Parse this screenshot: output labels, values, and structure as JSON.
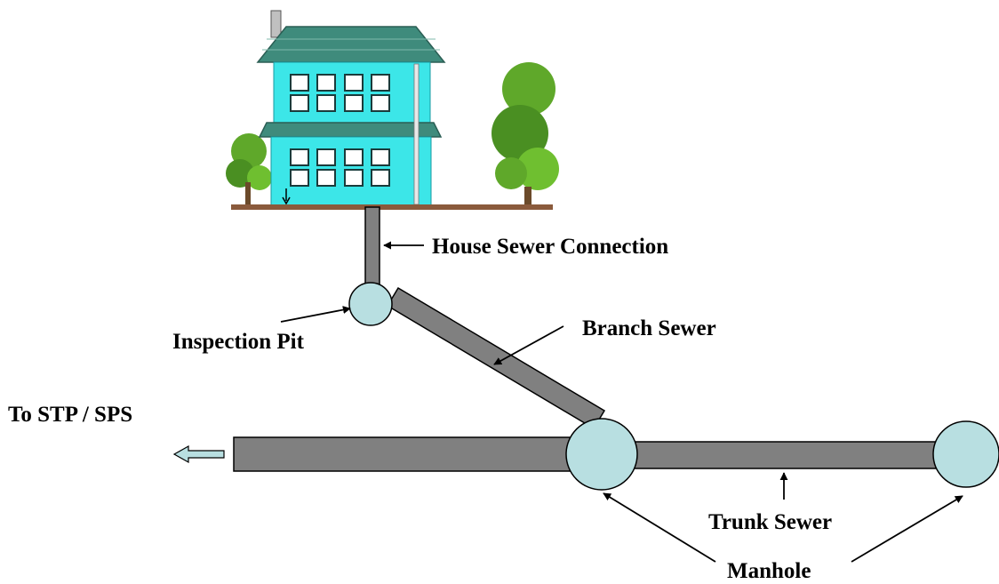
{
  "labels": {
    "house_sewer_connection": "House Sewer Connection",
    "inspection_pit": "Inspection Pit",
    "branch_sewer": "Branch Sewer",
    "to_stp_sps": "To STP / SPS",
    "trunk_sewer": "Trunk Sewer",
    "manhole": "Manhole"
  },
  "colors": {
    "pipe": "#808080",
    "pit": "#b8dfe1",
    "house_wall": "#3ce6e8",
    "roof": "#3f8b7c",
    "ground": "#8a5a3c",
    "tree": "#5fa82a",
    "outline": "#000000",
    "flow_arrow": "#b8dfe1"
  },
  "icons": [
    "house-icon",
    "tree-icon",
    "flow-arrow-icon"
  ]
}
